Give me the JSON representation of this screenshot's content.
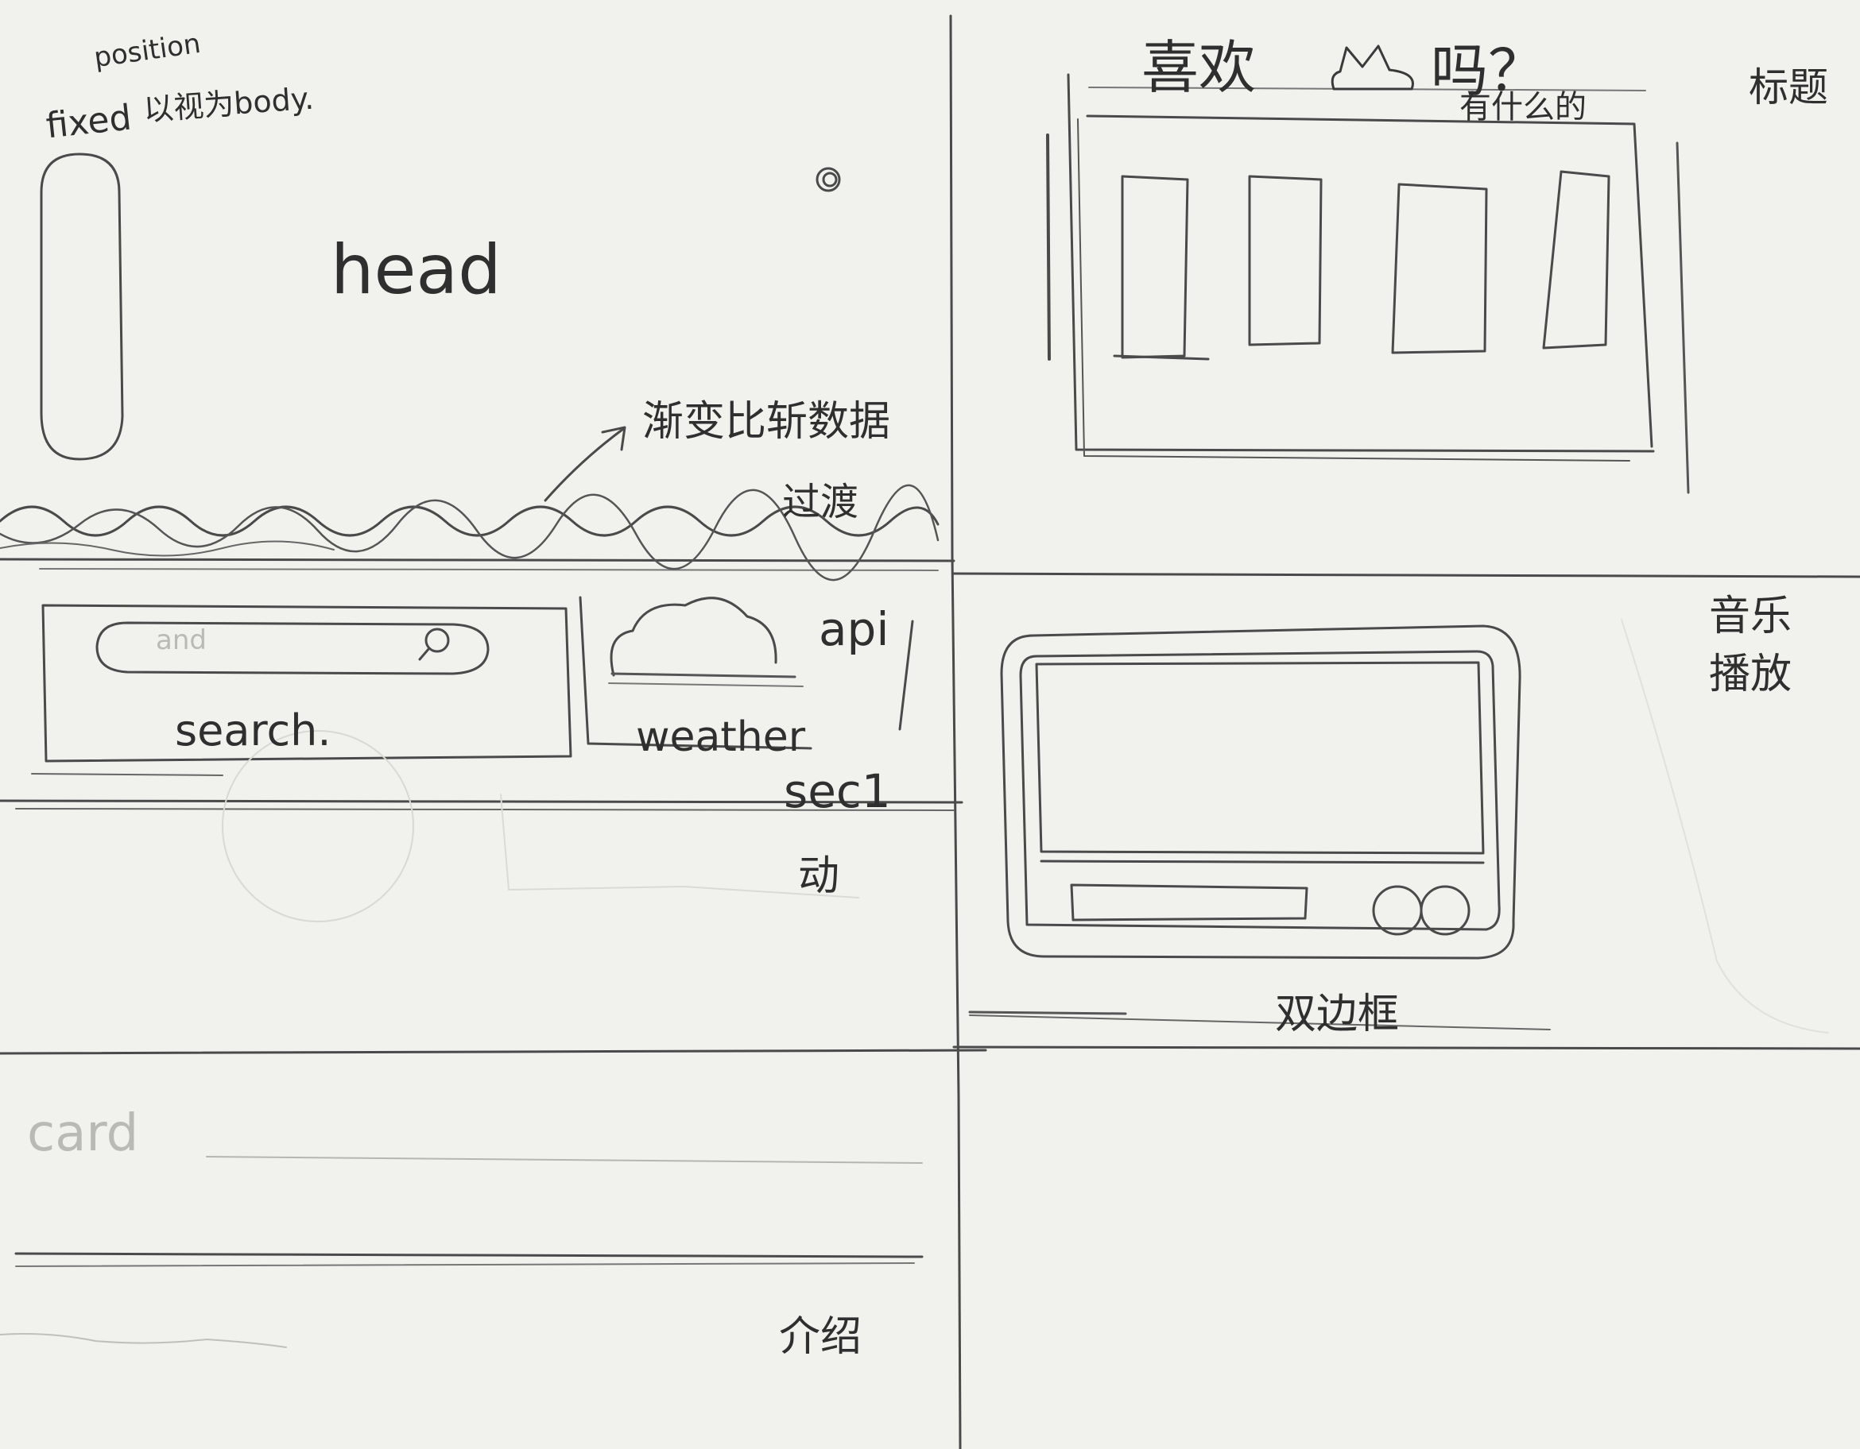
{
  "left": {
    "annotations": {
      "position": "position",
      "fixed": "fixed",
      "relative_to": "以视为body."
    },
    "head": {
      "label": "head"
    },
    "gradient_note": "渐变比斩数据",
    "transition_label": "过渡",
    "search_section": {
      "search_placeholder": "and",
      "search_label": "search.",
      "weather_label": "weather",
      "api_label": "api",
      "section_label": "sec1",
      "sub_label": "动"
    },
    "card_label": "card",
    "footer_label": "介绍"
  },
  "right": {
    "title": "喜欢",
    "title_suffix": "吗？",
    "subtitle": "有什么的",
    "side_label_top": "标题",
    "side_label_player": "音乐播放",
    "player_caption": "双边框"
  }
}
